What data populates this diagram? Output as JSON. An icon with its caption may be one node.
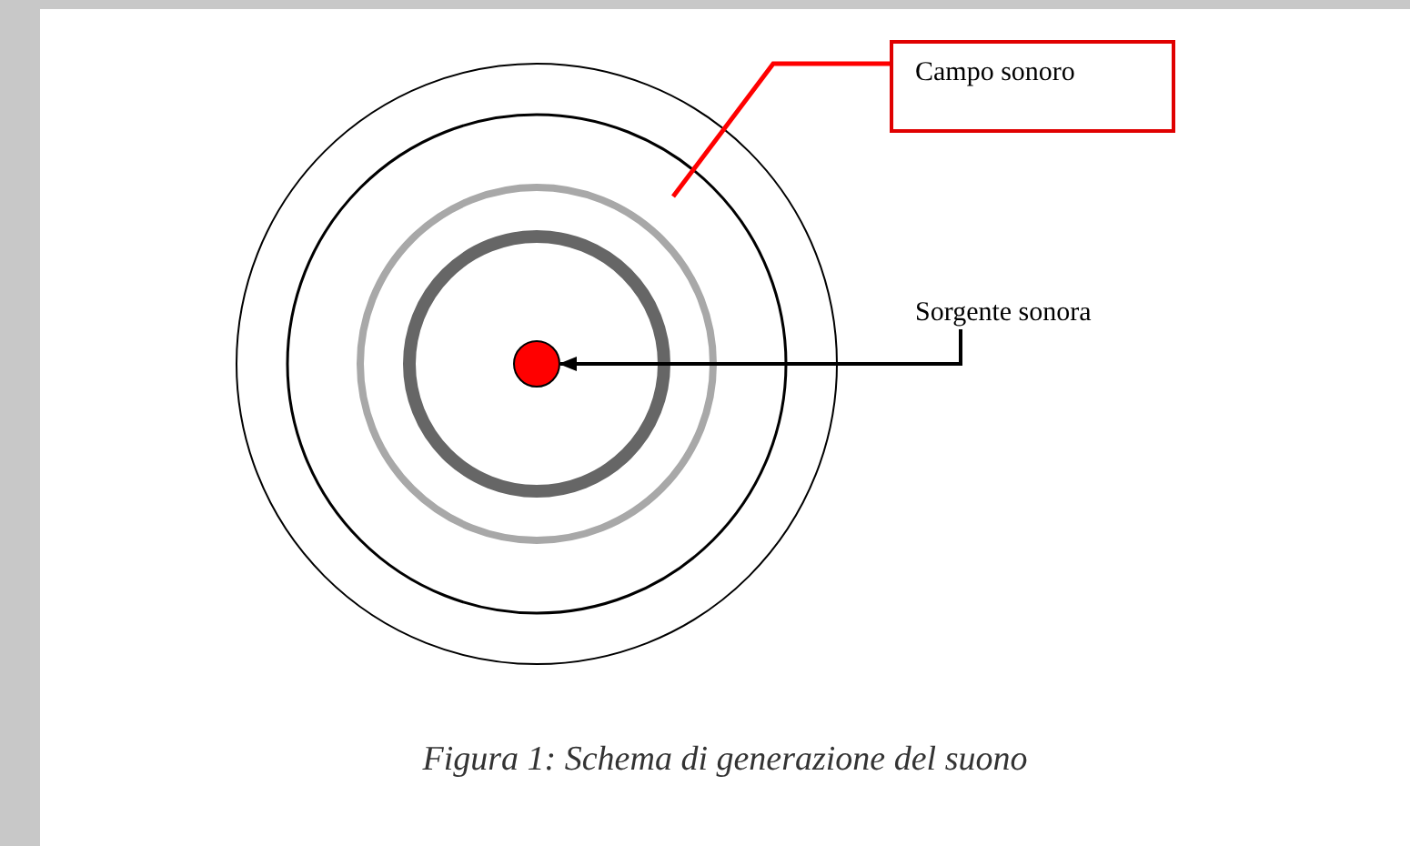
{
  "diagram": {
    "caption": "Figura 1: Schema di generazione del suono",
    "nodes": [
      {
        "text": [
          "Campo sonoro"
        ]
      },
      {
        "text": [
          "Sorgente sonora"
        ]
      },
      {
        "text": [],
        "shape": "circle"
      }
    ],
    "edges": [
      {
        "from": 0,
        "to": null,
        "arrow": "none",
        "color": "#ff0000"
      },
      {
        "from": 1,
        "to": 2,
        "arrow": "to",
        "color": "#000000"
      }
    ]
  }
}
